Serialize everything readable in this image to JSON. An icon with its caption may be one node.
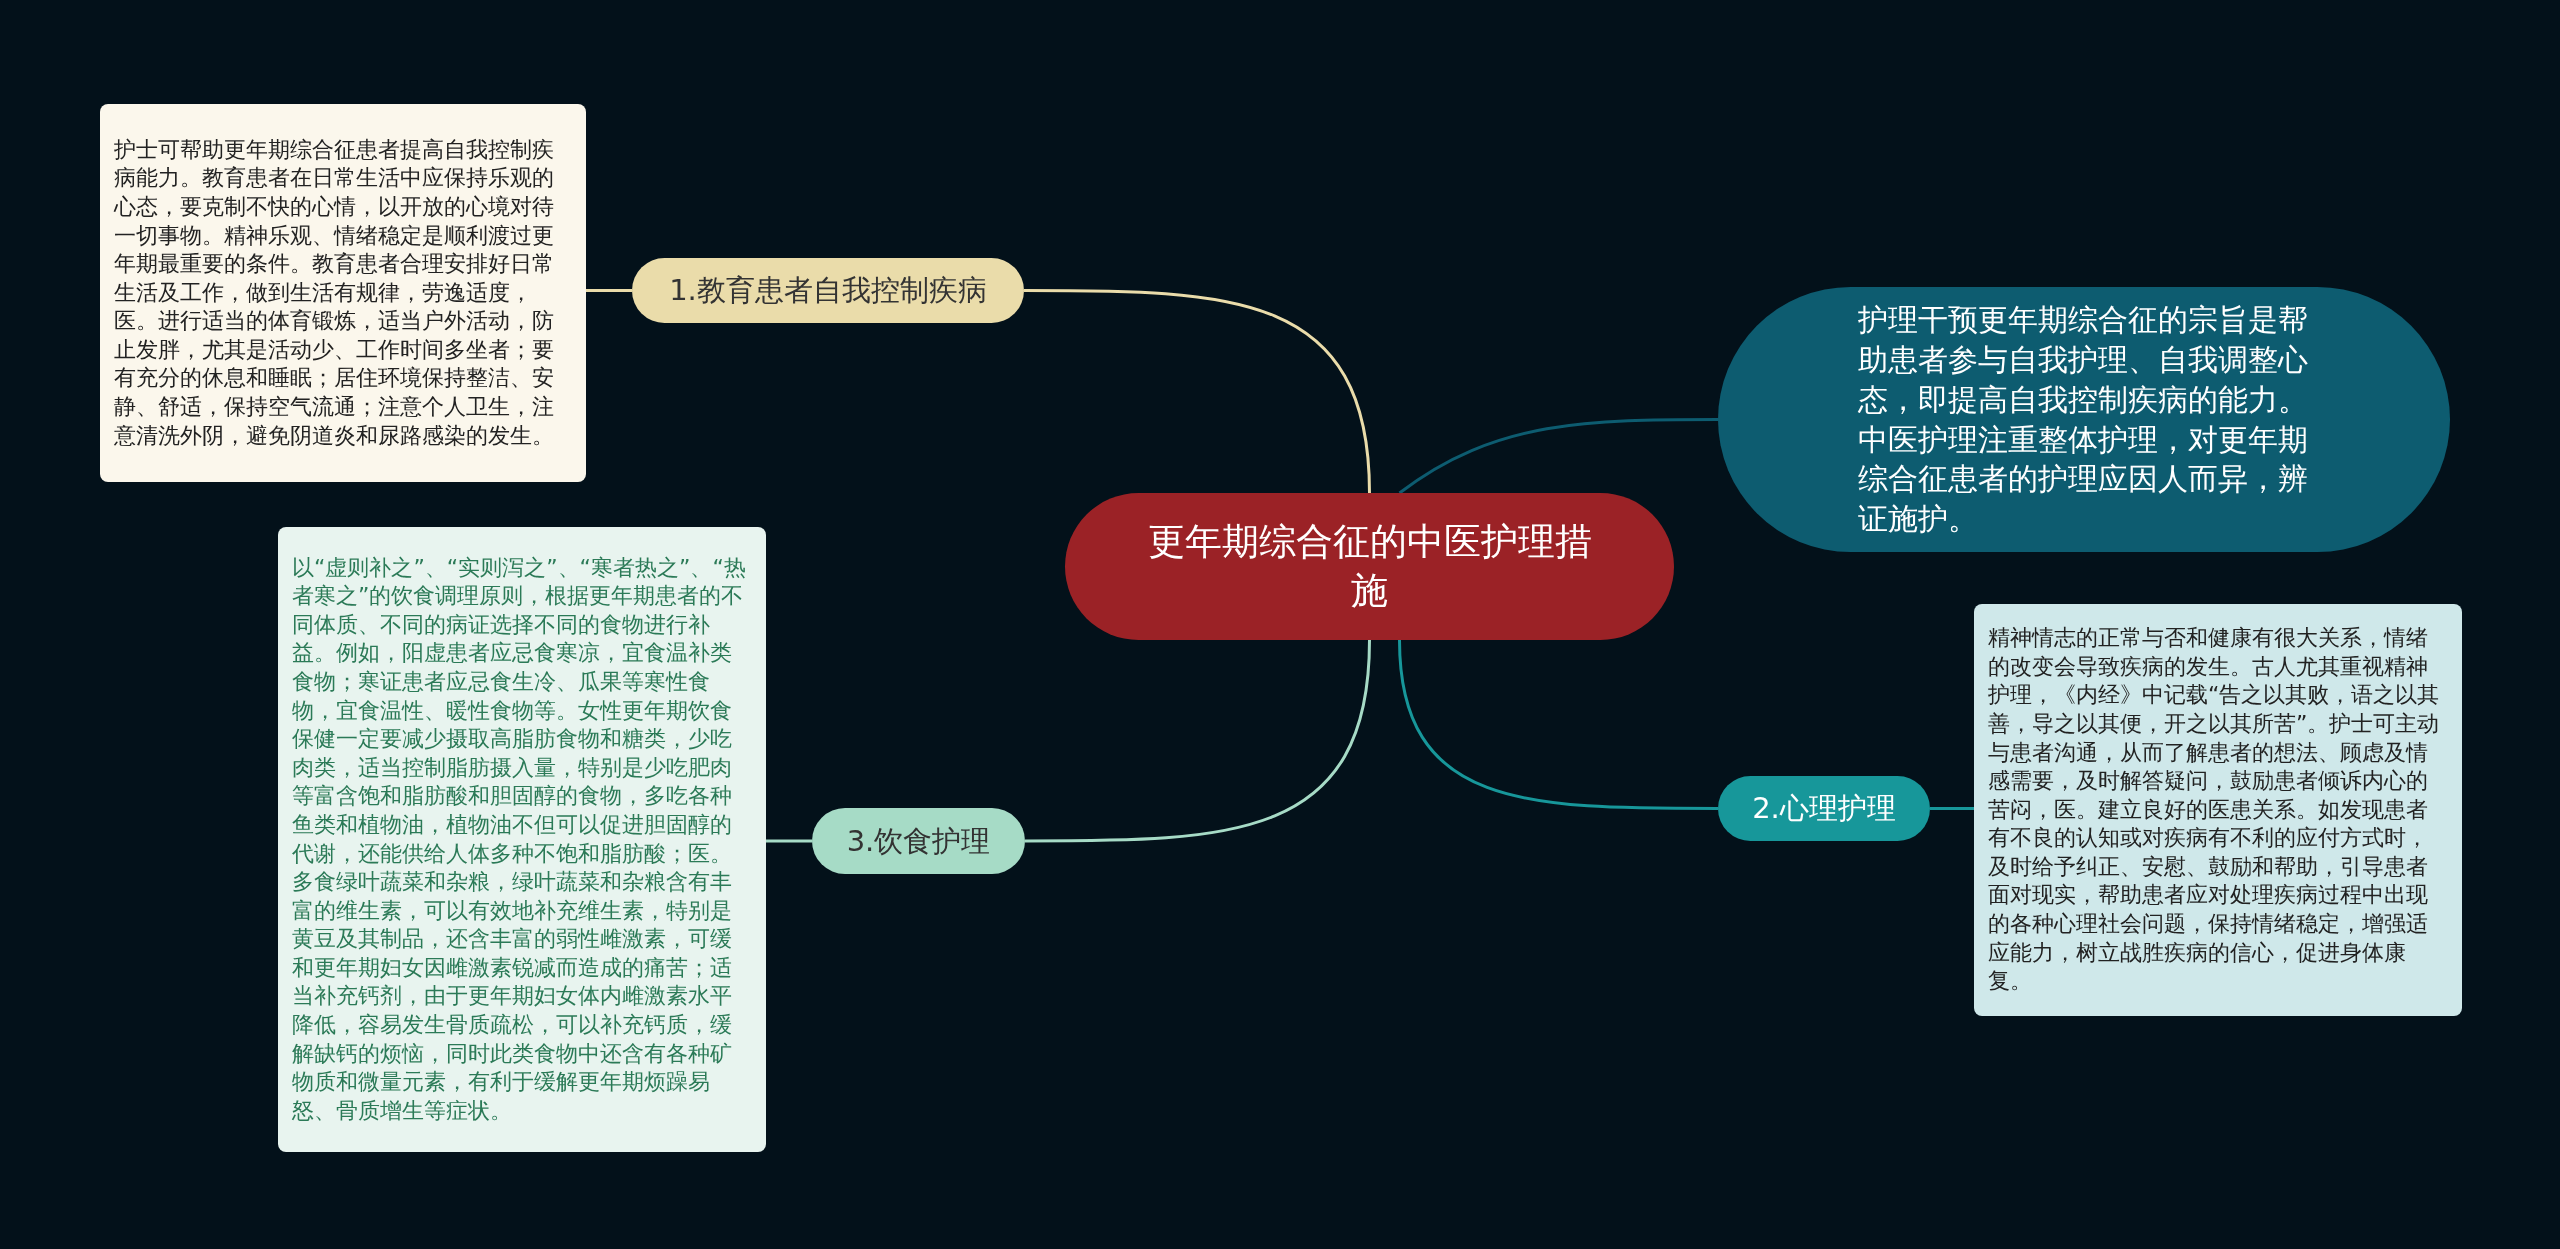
{
  "diagram": {
    "nodes": [
      {
        "text": [
          "更年期综合征的中医护理措施"
        ]
      },
      {
        "text": [
          "1.教育患者自我控制疾病"
        ]
      },
      {
        "text": [
          "护士可帮助更年期综合征患者提高自我控制疾病能力。教育患者在日常生活中应保持乐观的心态，要克制不快的心情，以开放的心境对待一切事物。精神乐观、情绪稳定是顺利渡过更年期最重要的条件。教育患者合理安排好日常生活及工作，做到生活有规律，劳逸适度，医。进行适当的体育锻炼，适当户外活动，防止发胖，尤其是活动少、工作时间多坐者；要有充分的休息和睡眠；居住环境保持整洁、安静、舒适，保持空气流通；注意个人卫生，注意清洗外阴，避免阴道炎和尿路感染的发生。"
        ]
      },
      {
        "text": [
          "护理干预更年期综合征的宗旨是帮助患者参与自我护理、自我调整心态，即提高自我控制疾病的能力。中医护理注重整体护理，对更年期综合征患者的护理应因人而异，辨证施护。"
        ]
      },
      {
        "text": [
          "2.心理护理"
        ]
      },
      {
        "text": [
          "精神情志的正常与否和健康有很大关系，情绪的改变会导致疾病的发生。古人尤其重视精神护理，《内经》中记载“告之以其败，语之以其善，导之以其便，开之以其所苦”。护士可主动与患者沟通，从而了解患者的想法、顾虑及情感需要，及时解答疑问，鼓励患者倾诉内心的苦闷，医。建立良好的医患关系。如发现患者有不良的认知或对疾病有不利的应付方式时，及时给予纠正、安慰、鼓励和帮助，引导患者面对现实，帮助患者应对处理疾病过程中出现的各种心理社会问题，保持情绪稳定，增强适应能力，树立战胜疾病的信心，促进身体康复。"
        ]
      },
      {
        "text": [
          "3.饮食护理"
        ]
      },
      {
        "text": [
          "以“虚则补之”、“实则泻之”、“寒者热之”、“热者寒之”的饮食调理原则，根据更年期患者的不同体质、不同的病证选择不同的食物进行补益。例如，阳虚患者应忌食寒凉，宜食温补类食物；寒证患者应忌食生冷、瓜果等寒性食物，宜食温性、暖性食物等。女性更年期饮食保健一定要减少摄取高脂肪食物和糖类，少吃肉类，适当控制脂肪摄入量，特别是少吃肥肉等富含饱和脂肪酸和胆固醇的食物，多吃各种鱼类和植物油，植物油不但可以促进胆固醇的代谢，还能供给人体多种不饱和脂肪酸；医。多食绿叶蔬菜和杂粮，绿叶蔬菜和杂粮含有丰富的维生素，可以有效地补充维生素，特别是黄豆及其制品，还含丰富的弱性雌激素，可缓和更年期妇女因雌激素锐减而造成的痛苦；适当补充钙剂，由于更年期妇女体内雌激素水平降低，容易发生骨质疏松，可以补充钙质，缓解缺钙的烦恼，同时此类食物中还含有各种矿物质和微量元素，有利于缓解更年期烦躁易怒、骨质增生等症状。"
        ]
      }
    ],
    "edges": [
      {
        "from": 0,
        "to": 1,
        "arrow": "none",
        "color": "#eadcaa"
      },
      {
        "from": 0,
        "to": 3,
        "arrow": "none",
        "color": "#0d5c70"
      },
      {
        "from": 0,
        "to": 4,
        "arrow": "none",
        "color": "#17979a"
      },
      {
        "from": 0,
        "to": 6,
        "arrow": "none",
        "color": "#a6dbc6"
      },
      {
        "from": 1,
        "to": 2,
        "arrow": "none",
        "color": "#eadcaa"
      },
      {
        "from": 4,
        "to": 5,
        "arrow": "none",
        "color": "#17979a"
      },
      {
        "from": 6,
        "to": 7,
        "arrow": "none",
        "color": "#a6dbc6"
      }
    ]
  }
}
